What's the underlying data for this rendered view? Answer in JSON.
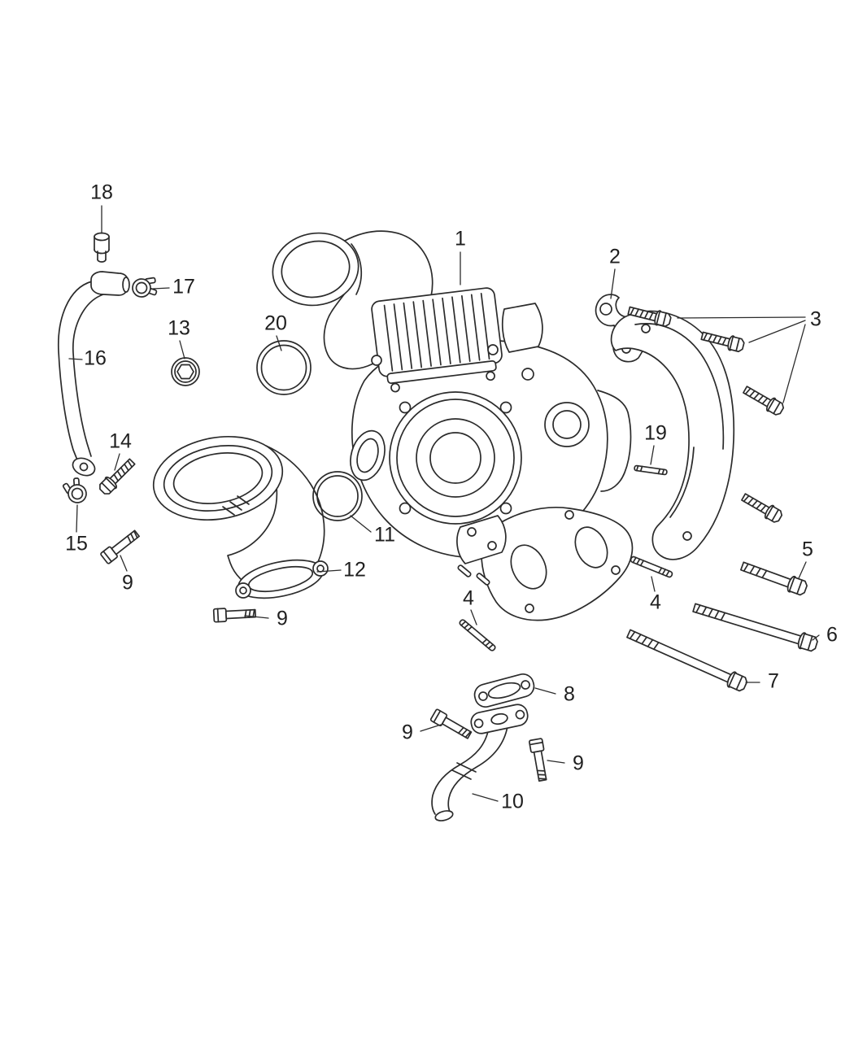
{
  "colors": {
    "background": "#ffffff",
    "line": "#2b2b2b",
    "label": "#1f1f1f"
  },
  "callouts": [
    {
      "label": "1",
      "part": "turbocharger-assembly"
    },
    {
      "label": "2",
      "part": "support-bracket"
    },
    {
      "label": "3",
      "part": "heat-shield-bolts"
    },
    {
      "label": "4",
      "part": "mounting-stud-front"
    },
    {
      "label": "4",
      "part": "mounting-stud-rear"
    },
    {
      "label": "5",
      "part": "hex-flange-bolt-short"
    },
    {
      "label": "6",
      "part": "hex-flange-bolt-long-upper"
    },
    {
      "label": "7",
      "part": "hex-flange-bolt-long-lower"
    },
    {
      "label": "8",
      "part": "oil-drain-gasket"
    },
    {
      "label": "9",
      "part": "socket-bolt-oil-supply"
    },
    {
      "label": "9",
      "part": "socket-bolt-elbow"
    },
    {
      "label": "9",
      "part": "socket-bolt-drain-left"
    },
    {
      "label": "9",
      "part": "socket-bolt-drain-right"
    },
    {
      "label": "10",
      "part": "oil-drain-tube"
    },
    {
      "label": "11",
      "part": "o-ring-large"
    },
    {
      "label": "12",
      "part": "air-inlet-elbow"
    },
    {
      "label": "13",
      "part": "oil-plug"
    },
    {
      "label": "14",
      "part": "banjo-bolt"
    },
    {
      "label": "15",
      "part": "hose-clamp-lower"
    },
    {
      "label": "16",
      "part": "oil-supply-tube"
    },
    {
      "label": "17",
      "part": "hose-clamp-upper"
    },
    {
      "label": "18",
      "part": "vent-fitting"
    },
    {
      "label": "19",
      "part": "stud-short"
    },
    {
      "label": "20",
      "part": "o-ring-small"
    }
  ]
}
